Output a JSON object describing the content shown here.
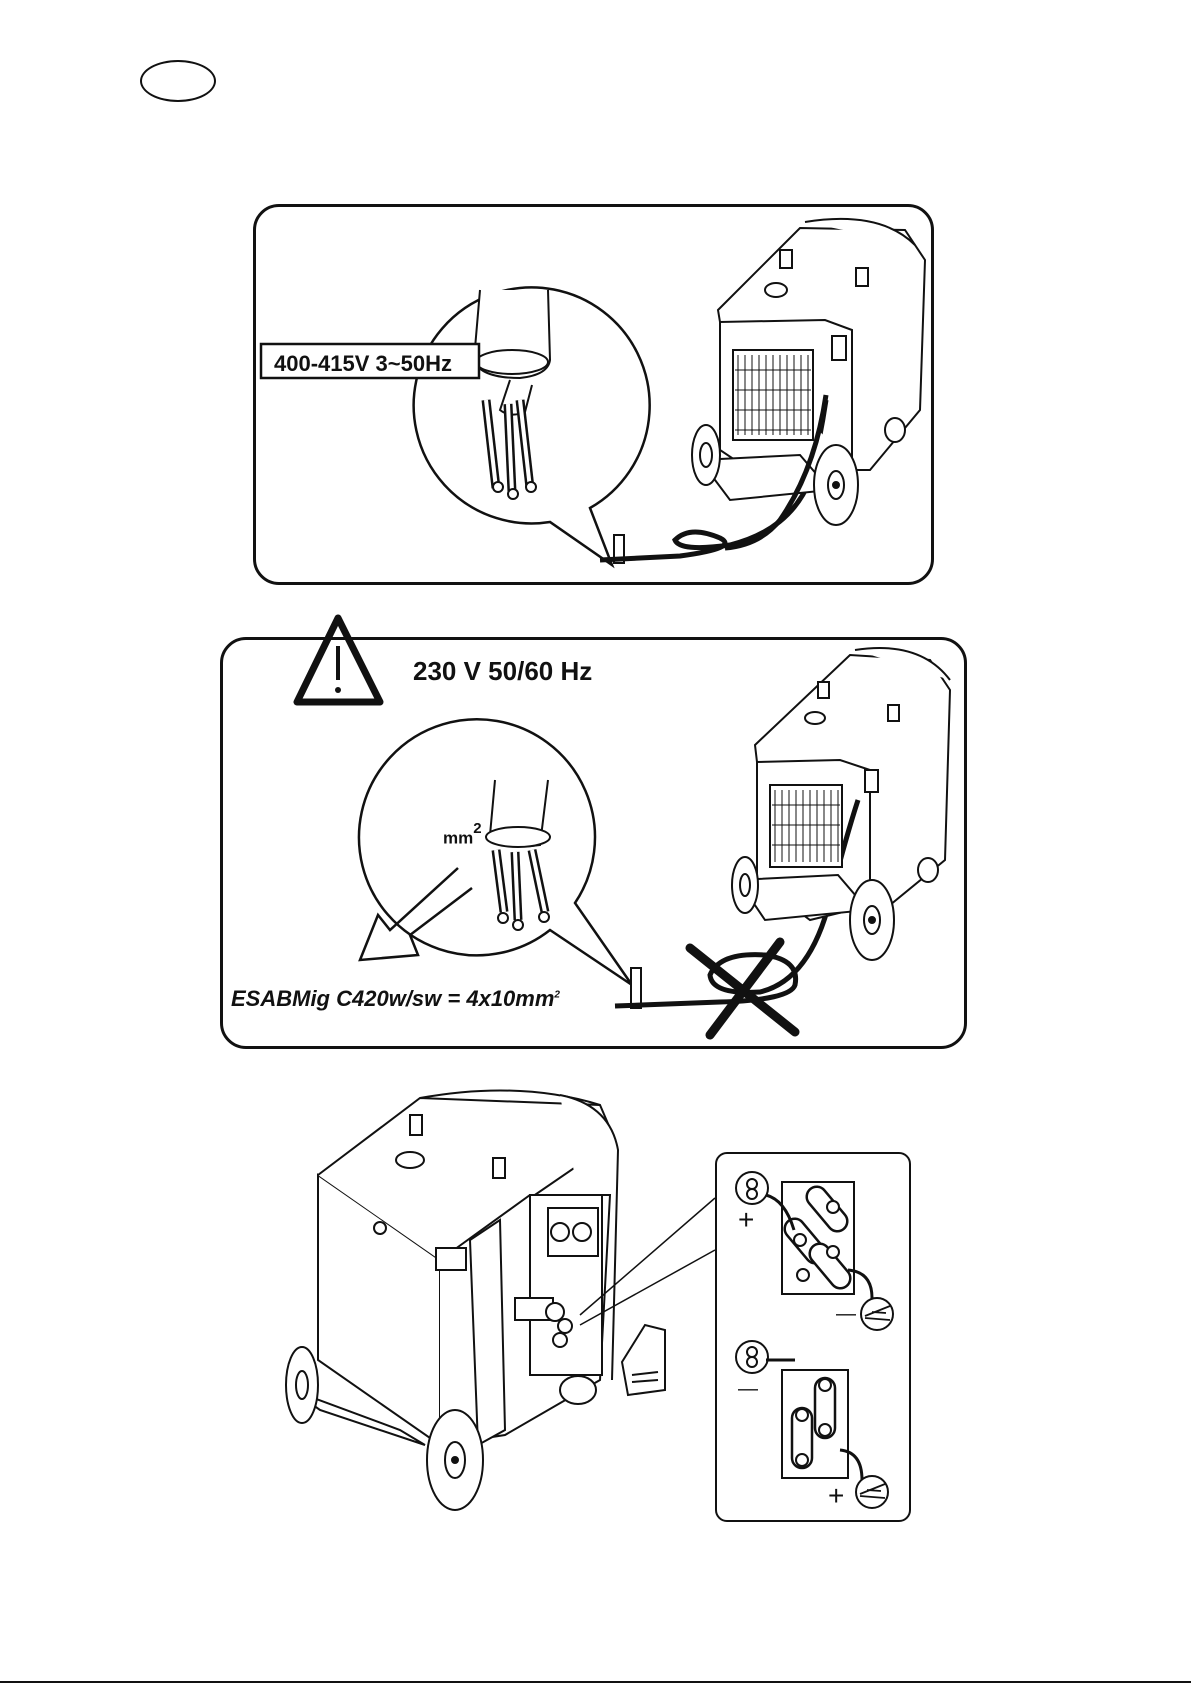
{
  "figure1": {
    "supply_label": "400-415V 3~50Hz"
  },
  "figure2": {
    "supply_label": "230 V 50/60 Hz",
    "unit_label": "mm",
    "unit_sup": "2",
    "spec_label": "ESABMig C420w/sw = 4x10mm",
    "spec_sup": "2",
    "warning_icon": "warning-triangle-icon",
    "prohibited_icon": "cross-out-icon"
  },
  "figure3": {
    "upper_terminal_sign": "+",
    "upper_clamp_sign": "—",
    "lower_terminal_sign": "—",
    "lower_clamp_sign": "+",
    "clamp_icon": "earth-clamp-icon",
    "terminal_icon": "torch-connector-icon"
  }
}
